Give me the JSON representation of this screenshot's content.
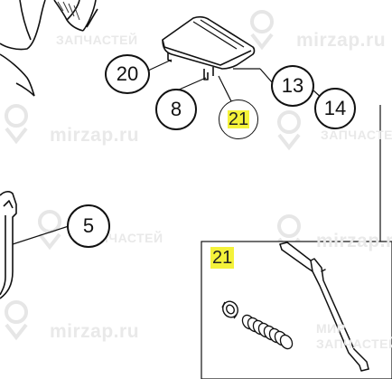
{
  "callouts": {
    "c20": "20",
    "c8": "8",
    "c13": "13",
    "c14": "14",
    "c21": "21",
    "c5": "5"
  },
  "inset": {
    "label": "21"
  },
  "watermark": {
    "site": "mirzap.ru",
    "line1": "МИР",
    "line2": "ЗАПЧАСТЕЙ"
  },
  "colors": {
    "highlight": "#f4f23a",
    "line": "#111111",
    "watermark": "#e9e9e9"
  }
}
